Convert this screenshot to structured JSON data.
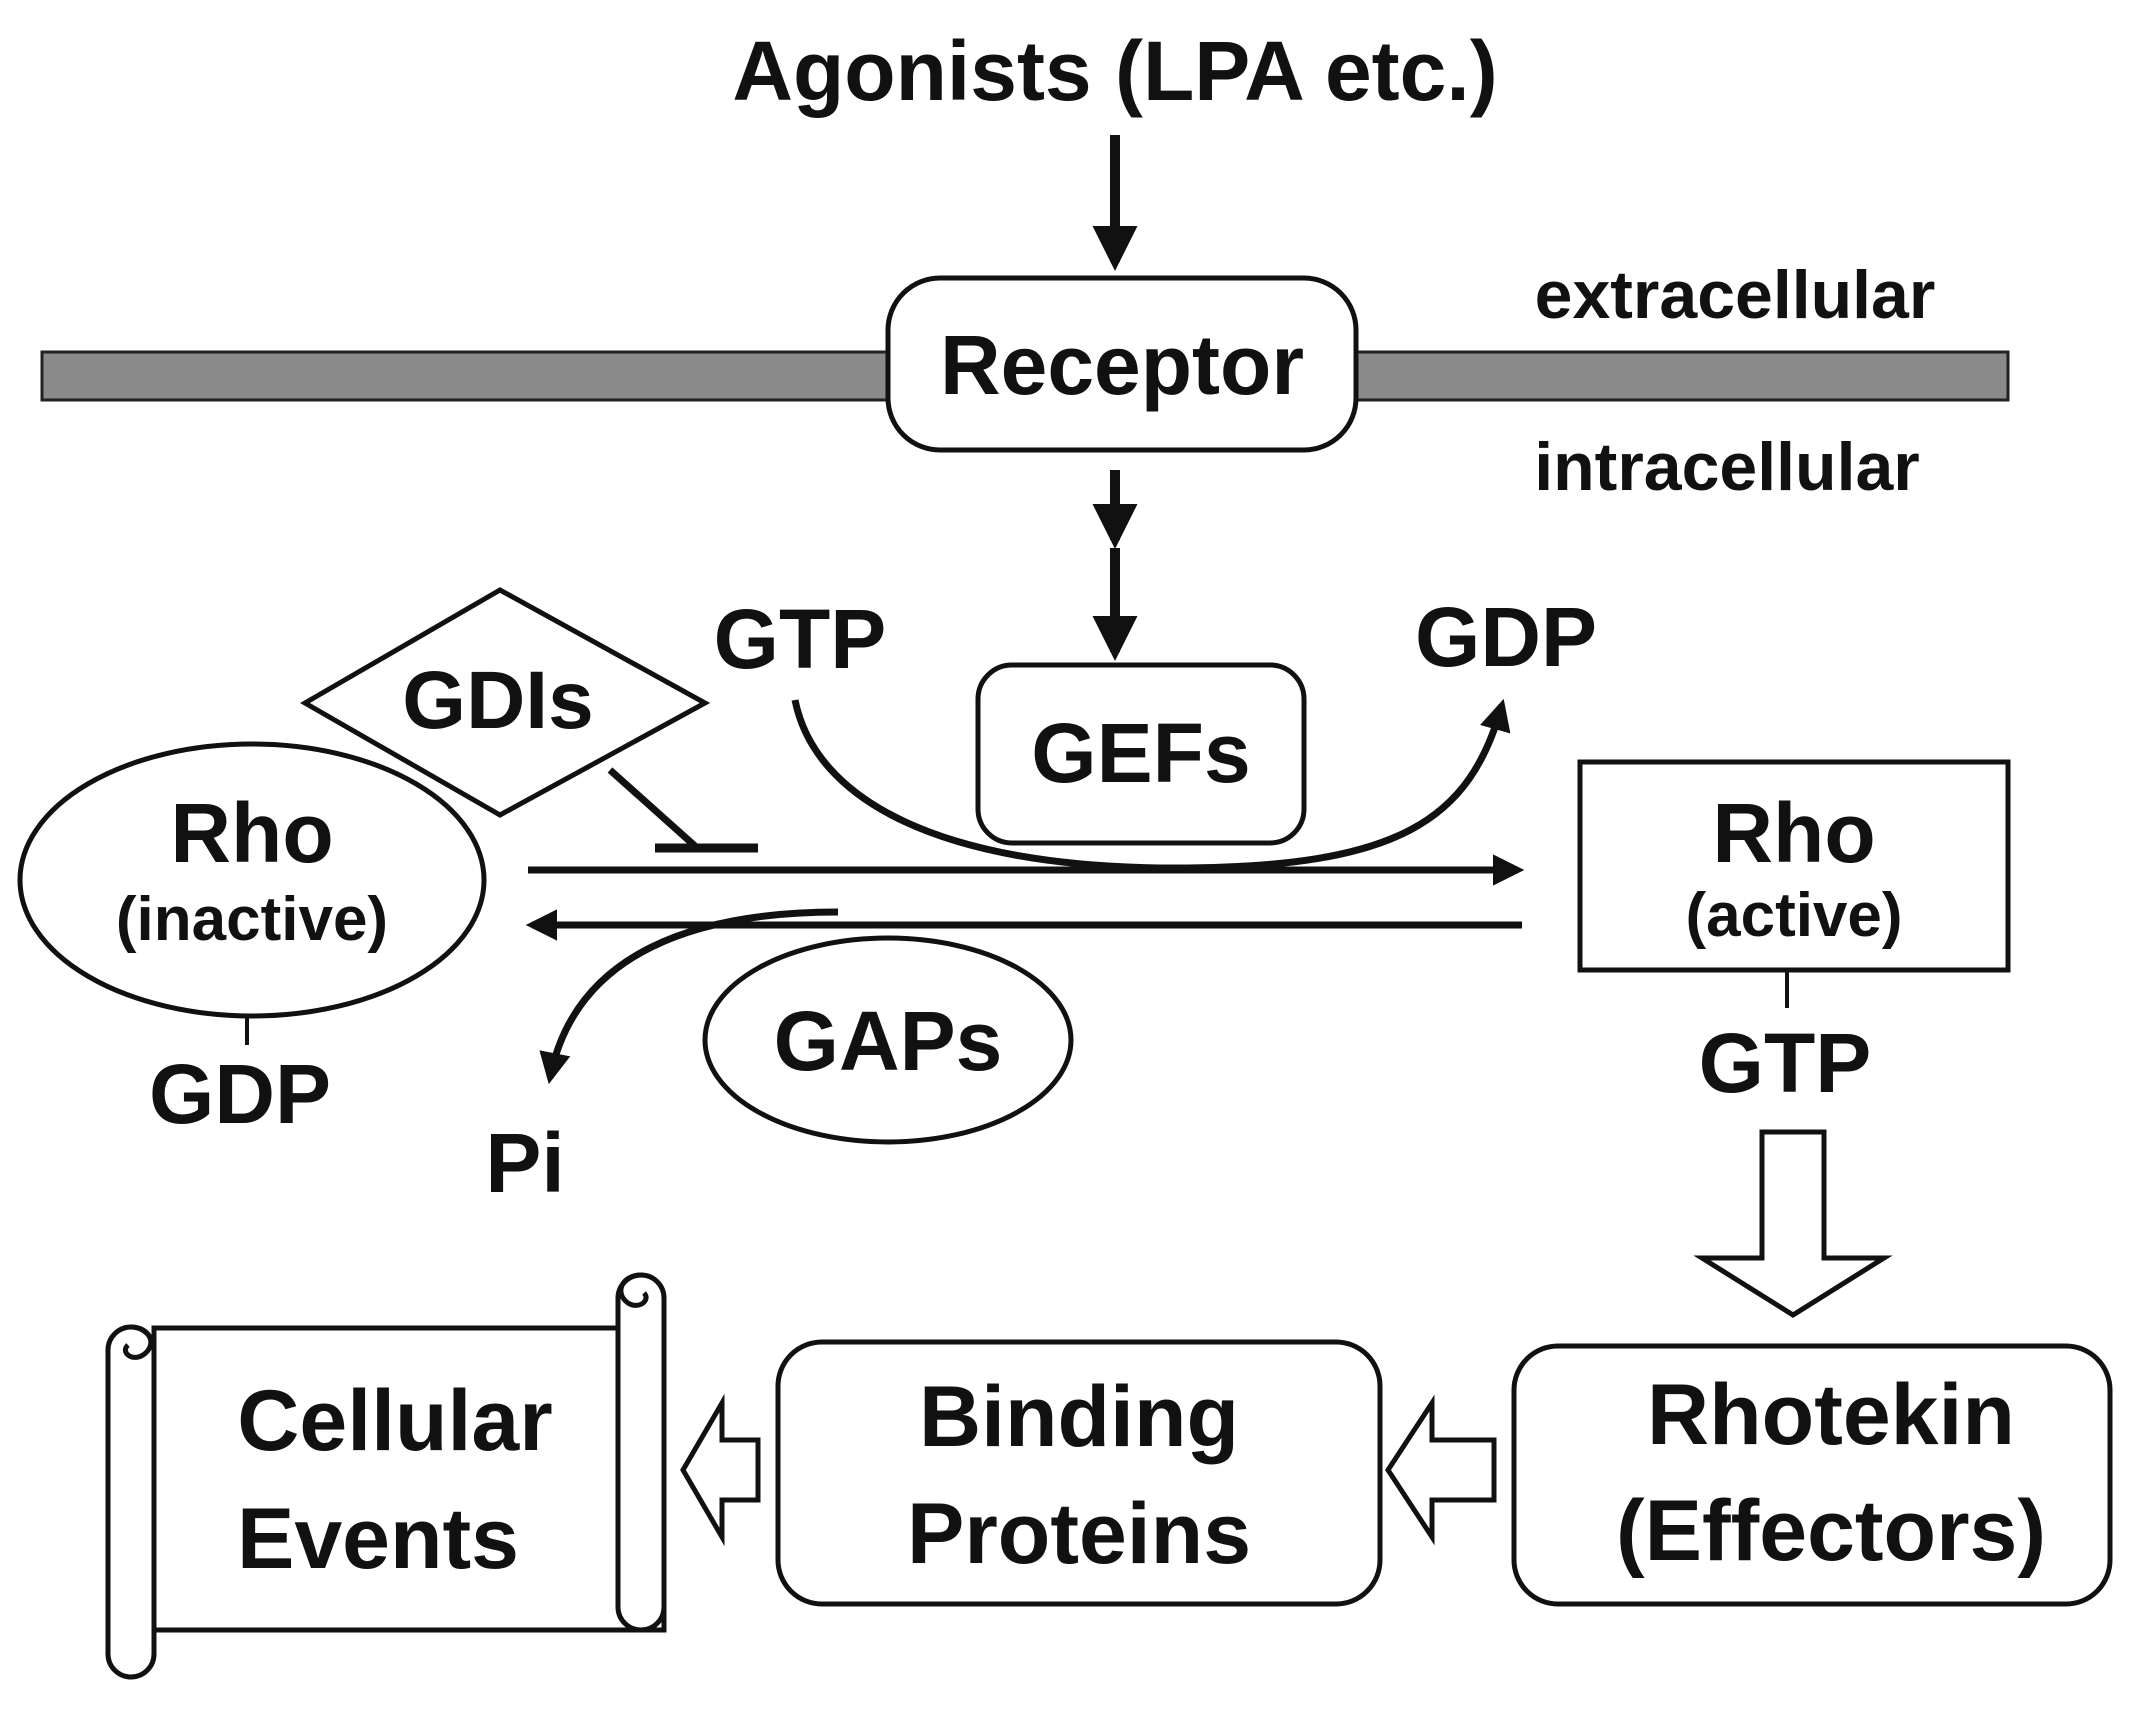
{
  "agonists": "Agonists (LPA etc.)",
  "receptor": "Receptor",
  "extracellular": "extracellular",
  "intracellular": "intracellular",
  "gdis": "GDIs",
  "gefs": "GEFs",
  "gaps": "GAPs",
  "gtp_in": "GTP",
  "gdp_out": "GDP",
  "pi": "Pi",
  "rho_inactive": {
    "name": "Rho",
    "state": "(inactive)",
    "nucleotide": "GDP"
  },
  "rho_active": {
    "name": "Rho",
    "state": "(active)",
    "nucleotide": "GTP"
  },
  "rhotekin": {
    "line1": "Rhotekin",
    "line2": "(Effectors)"
  },
  "binding": {
    "line1": "Binding",
    "line2": "Proteins"
  },
  "cellular": {
    "line1": "Cellular",
    "line2": "Events"
  },
  "colors": {
    "membrane": "#8a8a8a",
    "ink": "#111111",
    "background": "#ffffff"
  }
}
